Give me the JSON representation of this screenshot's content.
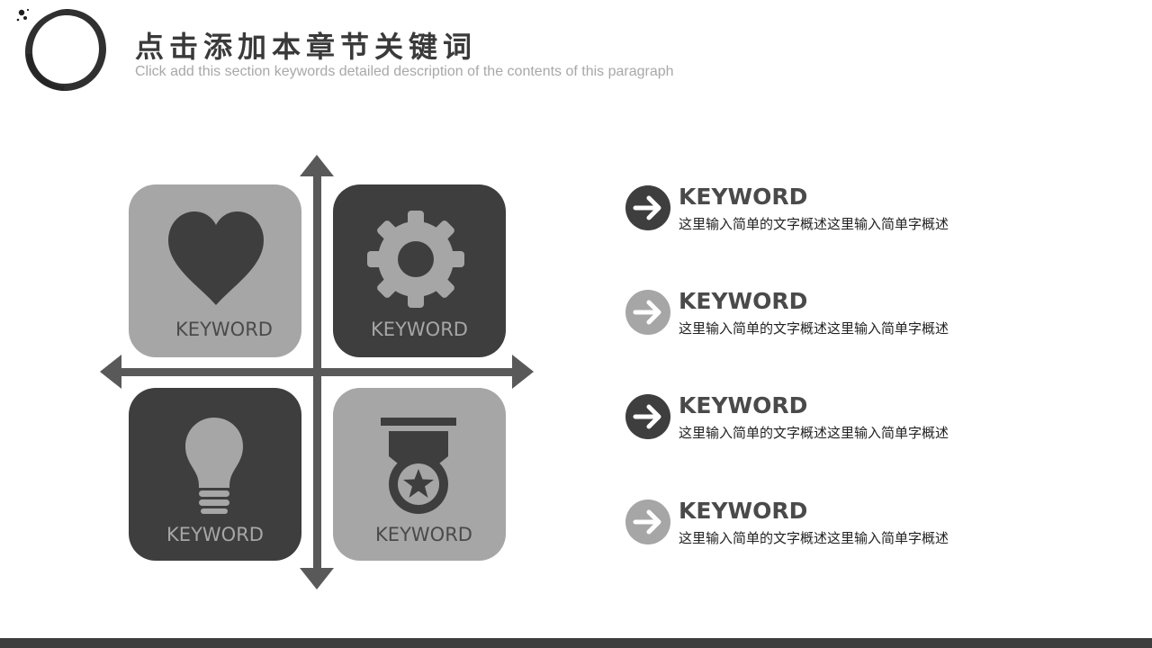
{
  "header": {
    "title": "点击添加本章节关键词",
    "subtitle": "Click add this section keywords detailed description of the contents of this paragraph"
  },
  "tiles": [
    {
      "label": "KEYWORD",
      "icon": "heart-icon",
      "tone": "light"
    },
    {
      "label": "KEYWORD",
      "icon": "gear-icon",
      "tone": "dark"
    },
    {
      "label": "KEYWORD",
      "icon": "lightbulb-icon",
      "tone": "dark"
    },
    {
      "label": "KEYWORD",
      "icon": "medal-icon",
      "tone": "light"
    }
  ],
  "items": [
    {
      "title": "KEYWORD",
      "desc": "这里输入简单的文字概述这里输入简单字概述",
      "icon": "arrow-right-circle-icon",
      "tone": "dark"
    },
    {
      "title": "KEYWORD",
      "desc": "这里输入简单的文字概述这里输入简单字概述",
      "icon": "arrow-right-circle-icon",
      "tone": "light"
    },
    {
      "title": "KEYWORD",
      "desc": "这里输入简单的文字概述这里输入简单字概述",
      "icon": "arrow-right-circle-icon",
      "tone": "dark"
    },
    {
      "title": "KEYWORD",
      "desc": "这里输入简单的文字概述这里输入简单字概述",
      "icon": "arrow-right-circle-icon",
      "tone": "light"
    }
  ],
  "colors": {
    "dark": "#3e3e3e",
    "light": "#a6a6a6",
    "axis": "#595959",
    "title": "#3a3a3a",
    "subtitle": "#a8a8a8"
  }
}
